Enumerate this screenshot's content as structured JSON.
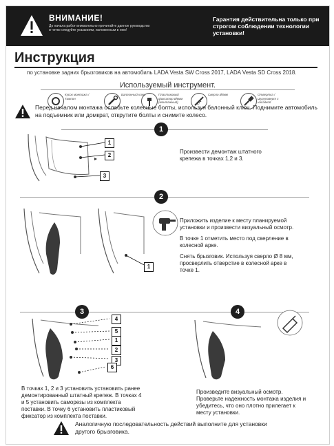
{
  "header": {
    "warning_title": "ВНИМАНИЕ!",
    "warning_sub": "До начала работ внимательно прочитайте данное руководство и четко следуйте указаниям, изложенным в нем!",
    "guarantee": "Гарантия действительна только при строгом соблюдении технологии установки!"
  },
  "title": "Инструкция",
  "subtitle": "по установке задних брызговиков на автомобиль LADA Vesta SW Cross 2017, LADA Vesta SD Cross 2018.",
  "tools": {
    "heading": "Используемый инструмент.",
    "items": [
      {
        "label": "Кусок монтажа / Тампон",
        "icon": "ring-icon"
      },
      {
        "label": "Баллонный ключ",
        "icon": "wrench-icon"
      },
      {
        "label": "Пластиковый фиксатор Ø6мм (монтажный)",
        "icon": "clip-icon"
      },
      {
        "label": "Сверло Ø8мм",
        "icon": "drill-bit-icon"
      },
      {
        "label": "Отвертка / Шуруповерт с насадкой",
        "icon": "screwdriver-icon"
      }
    ]
  },
  "notes": {
    "before": "Перед началом монтажа ослабьте колесные болты, используя балонный ключ. Поднимите автомобиль на подъемник или домкрат, открутите болты и снимите колесо.",
    "after": "Аналогичную последовательность действий выполните для установки другого брызговика."
  },
  "steps": [
    {
      "number": "1",
      "callouts": [
        "1",
        "2",
        "3"
      ],
      "paragraphs": [
        "Произвести демонтаж штатного крепежа в точках 1,2 и 3."
      ]
    },
    {
      "number": "2",
      "callouts": [
        "1"
      ],
      "paragraphs": [
        "Приложить изделие к месту планируемой установки и произвести визуальный осмотр.",
        "В точке 1 отметить место под сверление в колесной арке.",
        "Снять брызговик. Используя сверло Ø 8 мм, просверлить отверстие в колесной арке в точке 1."
      ]
    },
    {
      "number": "3",
      "callouts": [
        "4",
        "5",
        "1",
        "2",
        "3",
        "6"
      ],
      "paragraphs": [
        "В точках 1, 2 и 3 установить установить ранее демонтированный штатный крепеж. В точках 4 и 5 установить саморезы из комплекта поставки. В точку 6 установить пластиковый фиксатор из комплекта поставки."
      ]
    },
    {
      "number": "4",
      "callouts": [],
      "paragraphs": [
        "Произведите визуальный осмотр. Проверьте надежность монтажа изделия и убедитесь, что оно плотно прилегает к месту установки."
      ]
    }
  ],
  "colors": {
    "header_bg": "#1a1a1a",
    "badge_bg": "#1f1f1f",
    "flap": "#3a3a3a"
  }
}
